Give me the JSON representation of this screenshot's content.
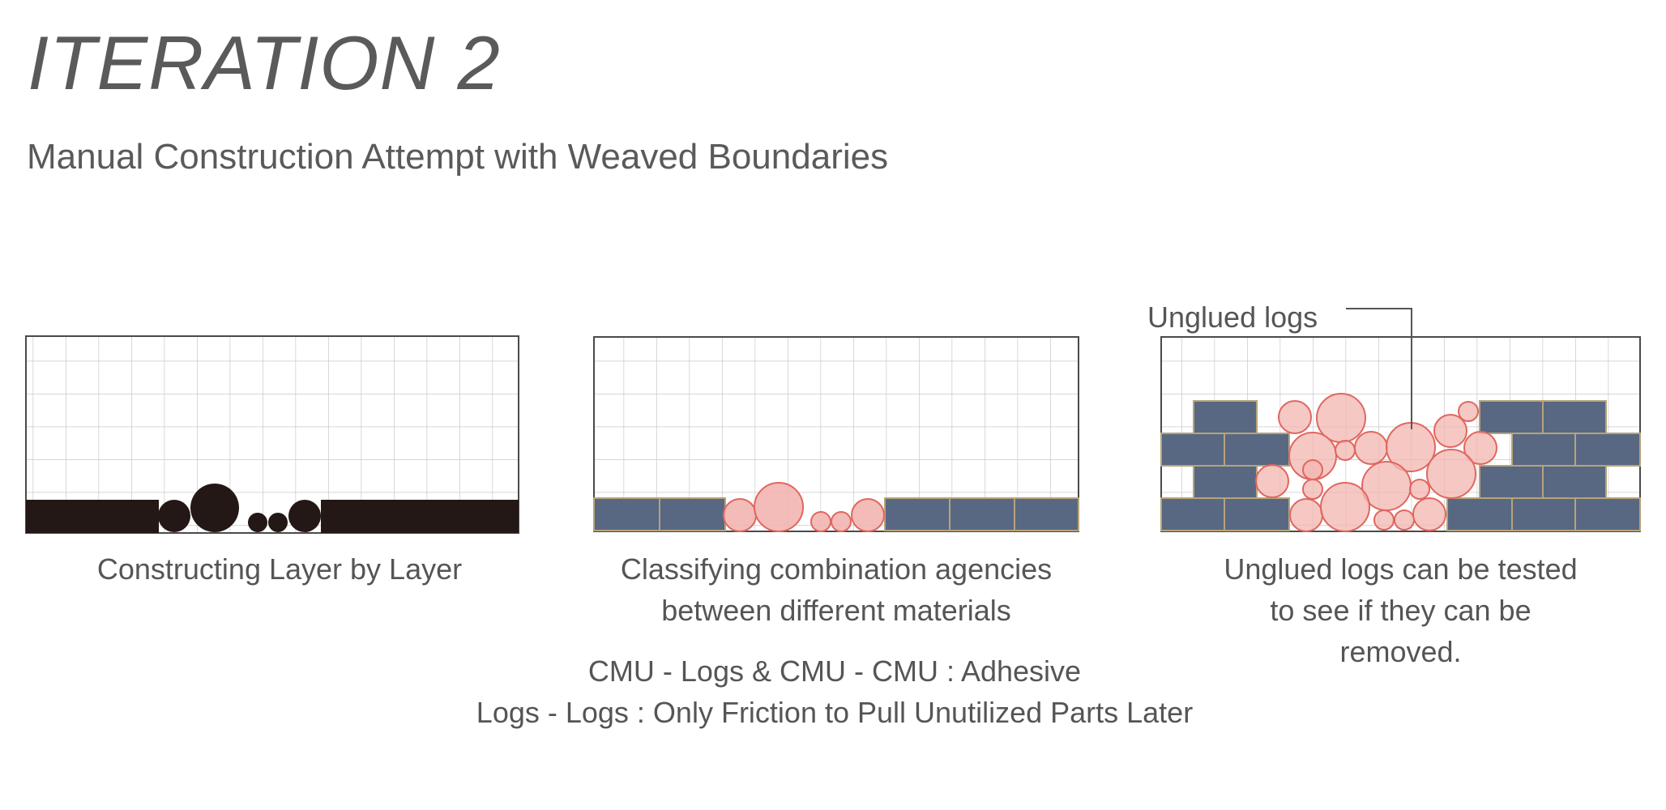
{
  "header": {
    "title": "ITERATION 2",
    "subtitle": "Manual Construction Attempt with Weaved Boundaries"
  },
  "palette": {
    "dark_fill": "#231815",
    "cmu_fill": "#586882",
    "log_fill": "#f3b5b0",
    "log_stroke": "#e0675f",
    "grid_line": "#c8c8c8",
    "frame_line": "#4a4a4a",
    "mortar": "#b7a37a"
  },
  "diagrams": [
    {
      "name": "layer-by-layer",
      "caption_lines": [
        "Constructing Layer by Layer"
      ]
    },
    {
      "name": "combination-agencies",
      "caption_lines": [
        "Classifying combination agencies",
        "between different materials"
      ]
    },
    {
      "name": "unglued-logs",
      "callout": "Unglued logs",
      "caption_lines": [
        "Unglued logs can be tested",
        "to see if they can be",
        "removed."
      ]
    }
  ],
  "notes": {
    "line1": "CMU - Logs & CMU - CMU : Adhesive",
    "line2": "Logs - Logs : Only Friction to Pull Unutilized Parts Later"
  }
}
